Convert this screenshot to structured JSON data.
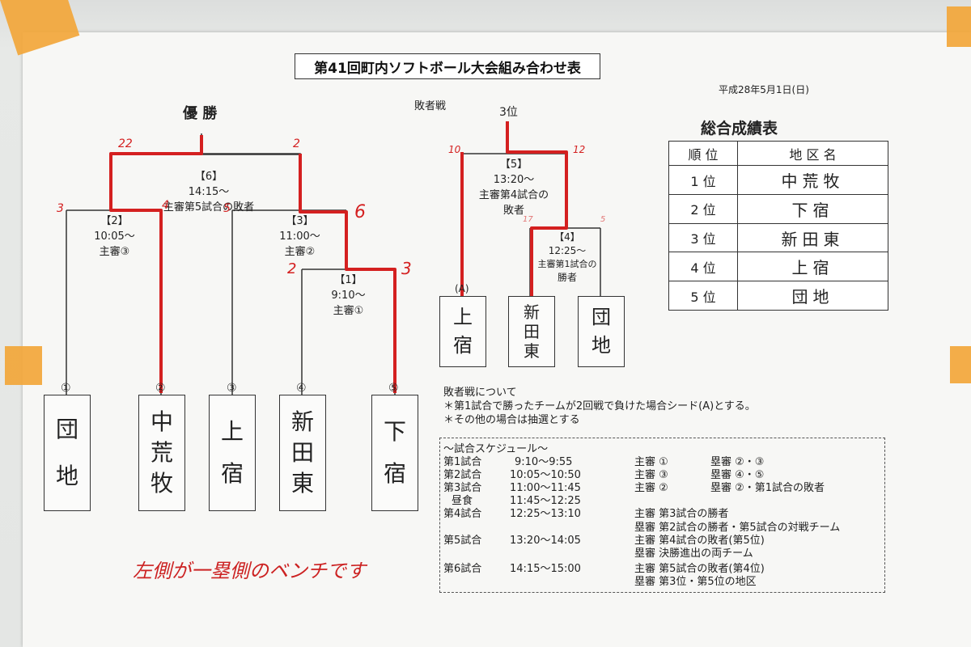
{
  "title": "第41回町内ソフトボール大会組み合わせ表",
  "date": "平成28年5月1日(日)",
  "final_label": "優 勝",
  "loser_bracket_label": "敗者戦",
  "third_place_label": "3位",
  "matches": {
    "m6": {
      "no": "【6】",
      "time": "14:15～",
      "umpire": "主審第5試合の敗者"
    },
    "m2": {
      "no": "【2】",
      "time": "10:05～",
      "umpire": "主審③"
    },
    "m3": {
      "no": "【3】",
      "time": "11:00～",
      "umpire": "主審②"
    },
    "m1": {
      "no": "【1】",
      "time": "9:10～",
      "umpire": "主審①"
    },
    "m5": {
      "no": "【5】",
      "time": "13:20～",
      "umpire": "主審第4試合の",
      "umpire2": "敗者"
    },
    "m4": {
      "no": "【4】",
      "time": "12:25～",
      "umpire": "主審第1試合の",
      "umpire2": "勝者"
    }
  },
  "main_teams": [
    {
      "num": "①",
      "l1": "団",
      "l2": "地"
    },
    {
      "num": "②",
      "l1": "中",
      "l2": "荒",
      "l3": "牧"
    },
    {
      "num": "③",
      "l1": "上",
      "l2": "宿"
    },
    {
      "num": "④",
      "l1": "新",
      "l2": "田",
      "l3": "東"
    },
    {
      "num": "⑤",
      "l1": "下",
      "l2": "宿"
    }
  ],
  "loser_teams": [
    {
      "num": "(A)",
      "l1": "上",
      "l2": "宿"
    },
    {
      "l1": "新",
      "l2": "田",
      "l3": "東"
    },
    {
      "l1": "団",
      "l2": "地"
    }
  ],
  "scores": {
    "m6_left": "22",
    "m6_right": "2",
    "m2_left": "3",
    "m2_right": "4",
    "m3_left": "5",
    "m3_right": "6",
    "m1_left": "2",
    "m1_right": "3",
    "m5_left": "10",
    "m5_right": "12",
    "m4_left": "17",
    "m4_right": "5"
  },
  "ranking": {
    "title": "総合成績表",
    "headers": [
      "順 位",
      "地 区 名"
    ],
    "rows": [
      {
        "rank": "1 位",
        "team": "中荒牧"
      },
      {
        "rank": "2 位",
        "team": "下宿"
      },
      {
        "rank": "3 位",
        "team": "新田東"
      },
      {
        "rank": "4 位",
        "team": "上宿"
      },
      {
        "rank": "5 位",
        "team": "団地"
      }
    ]
  },
  "loser_notes": {
    "heading": "敗者戦について",
    "line1": "＊第1試合で勝ったチームが2回戦で負けた場合シード(A)とする。",
    "line2": "＊その他の場合は抽選とする"
  },
  "schedule": {
    "heading": "～試合スケジュール～",
    "r1": {
      "game": "第1試合",
      "time": "9:10～9:55",
      "u": "主審 ①",
      "b": "塁審 ②・③"
    },
    "r2": {
      "game": "第2試合",
      "time": "10:05～10:50",
      "u": "主審 ③",
      "b": "塁審 ④・⑤"
    },
    "r3": {
      "game": "第3試合",
      "time": "11:00～11:45",
      "u": "主審 ②",
      "b": "塁審 ②・第1試合の敗者"
    },
    "lunch": {
      "game": "昼食",
      "time": "11:45～12:25"
    },
    "r4": {
      "game": "第4試合",
      "time": "12:25～13:10",
      "u": "主審 第3試合の勝者"
    },
    "r5": {
      "game": "第5試合",
      "time": "13:20～14:05",
      "b0": "塁審 第2試合の勝者・第5試合の対戦チーム",
      "u": "主審 第4試合の敗者(第5位)",
      "b": "塁審 決勝進出の両チーム"
    },
    "r6": {
      "game": "第6試合",
      "time": "14:15～15:00",
      "u": "主審 第5試合の敗者(第4位)",
      "b": "塁審 第3位・第5位の地区"
    }
  },
  "bench_note": "左側が一塁側のベンチです"
}
